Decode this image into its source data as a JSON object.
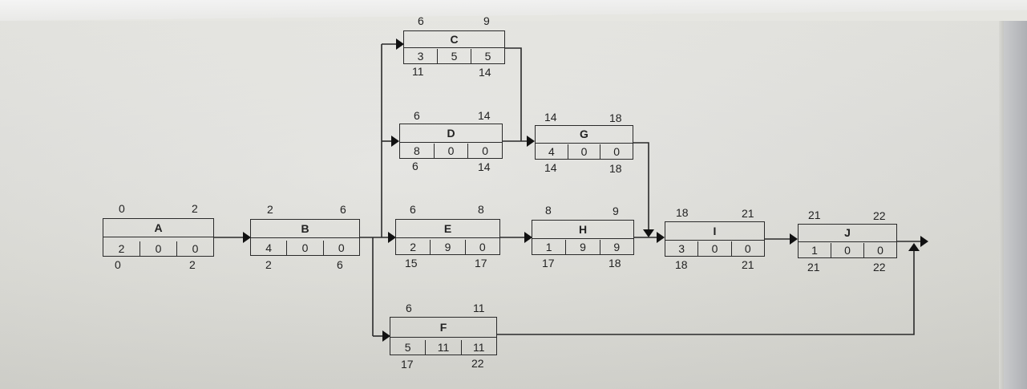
{
  "nodes": [
    {
      "id": "A",
      "duration": "2",
      "slack": "0",
      "slack2": "0",
      "es": "0",
      "ef": "2",
      "ls": "0",
      "lf": "2"
    },
    {
      "id": "B",
      "duration": "4",
      "slack": "0",
      "slack2": "0",
      "es": "2",
      "ef": "6",
      "ls": "2",
      "lf": "6"
    },
    {
      "id": "C",
      "duration": "3",
      "slack": "5",
      "slack2": "5",
      "es": "6",
      "ef": "9",
      "ls": "11",
      "lf": "14"
    },
    {
      "id": "D",
      "duration": "8",
      "slack": "0",
      "slack2": "0",
      "es": "6",
      "ef": "14",
      "ls": "6",
      "lf": "14"
    },
    {
      "id": "E",
      "duration": "2",
      "slack": "9",
      "slack2": "0",
      "es": "6",
      "ef": "8",
      "ls": "15",
      "lf": "17"
    },
    {
      "id": "F",
      "duration": "5",
      "slack": "11",
      "slack2": "11",
      "es": "6",
      "ef": "11",
      "ls": "17",
      "lf": "22"
    },
    {
      "id": "G",
      "duration": "4",
      "slack": "0",
      "slack2": "0",
      "es": "14",
      "ef": "18",
      "ls": "14",
      "lf": "18"
    },
    {
      "id": "H",
      "duration": "1",
      "slack": "9",
      "slack2": "9",
      "es": "8",
      "ef": "9",
      "ls": "17",
      "lf": "18"
    },
    {
      "id": "I",
      "duration": "3",
      "slack": "0",
      "slack2": "0",
      "es": "18",
      "ef": "21",
      "ls": "18",
      "lf": "21"
    },
    {
      "id": "J",
      "duration": "1",
      "slack": "0",
      "slack2": "0",
      "es": "21",
      "ef": "22",
      "ls": "21",
      "lf": "22"
    }
  ],
  "colors": {
    "ink": "#2a2a2a",
    "paper": "#dededa"
  }
}
